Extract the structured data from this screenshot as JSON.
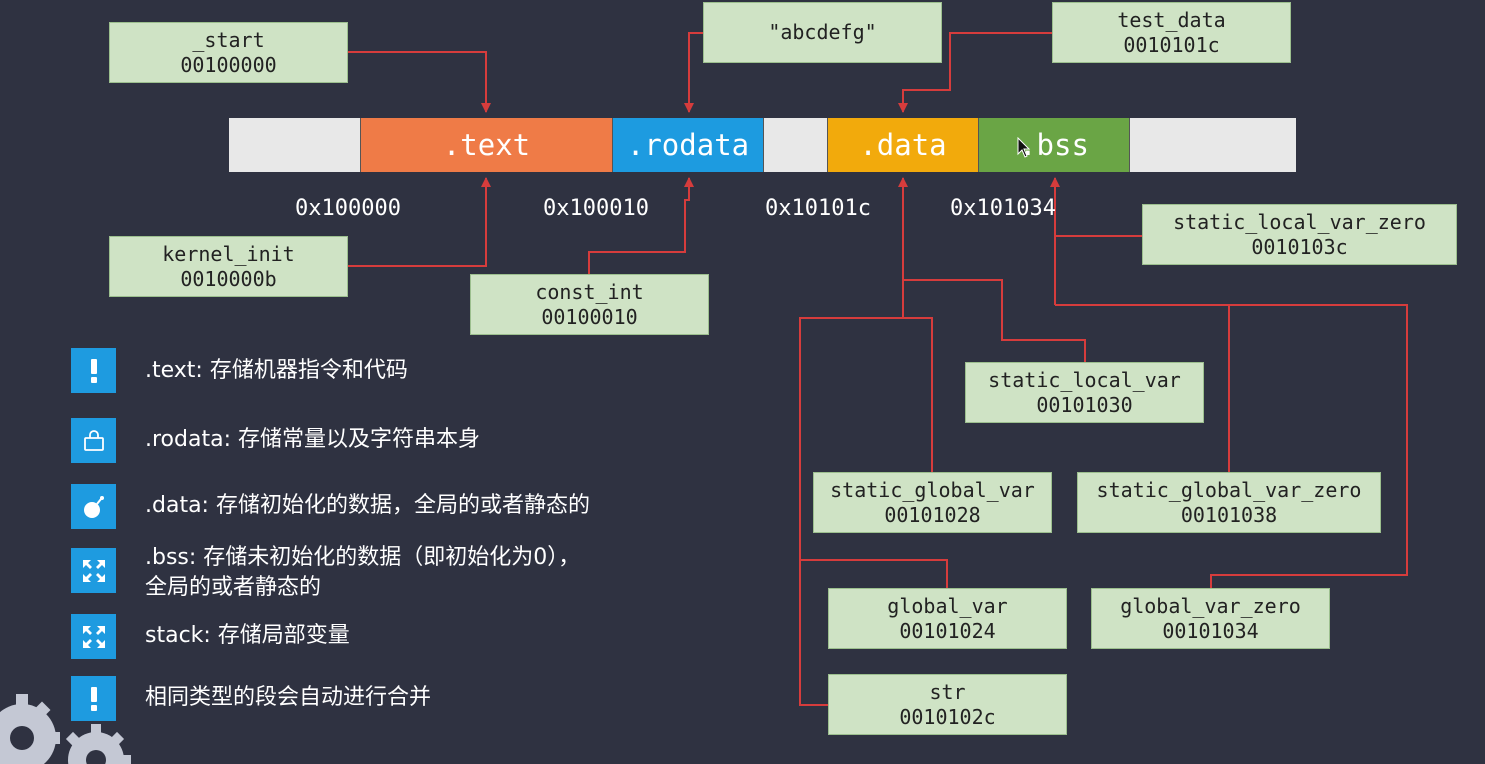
{
  "segments": {
    "text": ".text",
    "rodata": ".rodata",
    "data": ".data",
    "bss": ".bss"
  },
  "addresses": [
    "0x100000",
    "0x100010",
    "0x10101c",
    "0x101034"
  ],
  "symbols": {
    "start": {
      "name": "_start",
      "addr": "00100000"
    },
    "kernel_init": {
      "name": "kernel_init",
      "addr": "0010000b"
    },
    "const_int": {
      "name": "const_int",
      "addr": "00100010"
    },
    "abcdefg": {
      "name": "\"abcdefg\""
    },
    "test_data": {
      "name": "test_data",
      "addr": "0010101c"
    },
    "static_local_var_zero": {
      "name": "static_local_var_zero",
      "addr": "0010103c"
    },
    "static_local_var": {
      "name": "static_local_var",
      "addr": "00101030"
    },
    "static_global_var": {
      "name": "static_global_var",
      "addr": "00101028"
    },
    "static_global_var_zero": {
      "name": "static_global_var_zero",
      "addr": "00101038"
    },
    "global_var": {
      "name": "global_var",
      "addr": "00101024"
    },
    "global_var_zero": {
      "name": "global_var_zero",
      "addr": "00101034"
    },
    "str": {
      "name": "str",
      "addr": "0010102c"
    }
  },
  "legend": [
    {
      "icon": "exclamation-icon",
      "text": ".text: 存储机器指令和代码"
    },
    {
      "icon": "bag-icon",
      "text": ".rodata: 存储常量以及字符串本身"
    },
    {
      "icon": "bomb-icon",
      "text": ".data: 存储初始化的数据，全局的或者静态的"
    },
    {
      "icon": "expand-icon",
      "text": ".bss: 存储未初始化的数据（即初始化为0），",
      "text2": "全局的或者静态的"
    },
    {
      "icon": "expand-icon",
      "text": "stack: 存储局部变量"
    },
    {
      "icon": "exclamation-icon",
      "text": "相同类型的段会自动进行合并"
    }
  ],
  "colors": {
    "background": "#2f3241",
    "text_segment": "#ef7b47",
    "rodata_segment": "#1d9be0",
    "data_segment": "#f2aa0c",
    "bss_segment": "#6aa545",
    "empty_segment": "#e8e8e8",
    "label_box": "#cfe3c5",
    "arrow": "#d63c3c",
    "legend_icon": "#1e9be0"
  }
}
